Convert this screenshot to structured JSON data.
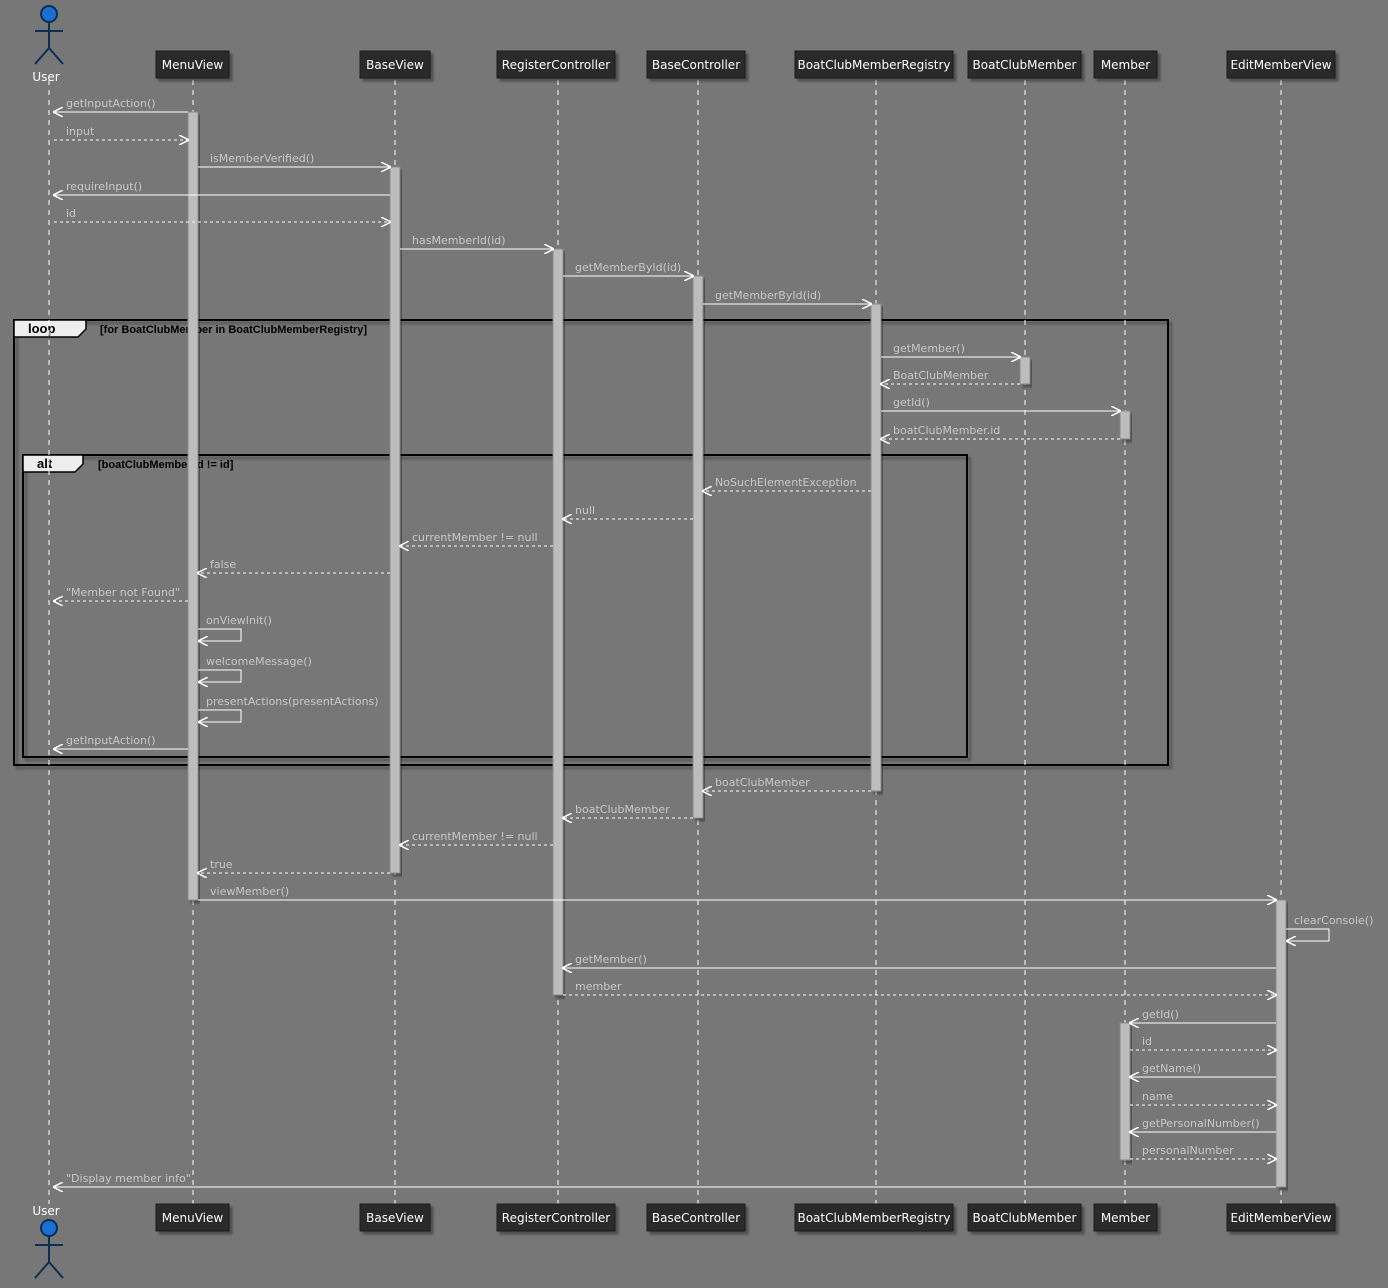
{
  "participants": [
    {
      "id": "User",
      "label": "User",
      "kind": "actor"
    },
    {
      "id": "MenuView",
      "label": "MenuView"
    },
    {
      "id": "BaseView",
      "label": "BaseView"
    },
    {
      "id": "RegisterController",
      "label": "RegisterController"
    },
    {
      "id": "BaseController",
      "label": "BaseController"
    },
    {
      "id": "BoatClubMemberRegistry",
      "label": "BoatClubMemberRegistry"
    },
    {
      "id": "BoatClubMember",
      "label": "BoatClubMember"
    },
    {
      "id": "Member",
      "label": "Member"
    },
    {
      "id": "EditMemberView",
      "label": "EditMemberView"
    }
  ],
  "messages": [
    {
      "from": "MenuView",
      "to": "User",
      "label": "getInputAction()",
      "type": "call"
    },
    {
      "from": "User",
      "to": "MenuView",
      "label": "input",
      "type": "return"
    },
    {
      "from": "MenuView",
      "to": "BaseView",
      "label": "isMemberVerified()",
      "type": "call"
    },
    {
      "from": "BaseView",
      "to": "User",
      "label": "requireInput()",
      "type": "call"
    },
    {
      "from": "User",
      "to": "BaseView",
      "label": "id",
      "type": "return"
    },
    {
      "from": "BaseView",
      "to": "RegisterController",
      "label": "hasMemberId(id)",
      "type": "call"
    },
    {
      "from": "RegisterController",
      "to": "BaseController",
      "label": "getMemberById(id)",
      "type": "call"
    },
    {
      "from": "BaseController",
      "to": "BoatClubMemberRegistry",
      "label": "getMemberById(id)",
      "type": "call"
    },
    {
      "from": "BoatClubMemberRegistry",
      "to": "BoatClubMember",
      "label": "getMember()",
      "type": "call"
    },
    {
      "from": "BoatClubMember",
      "to": "BoatClubMemberRegistry",
      "label": "BoatClubMember",
      "type": "return"
    },
    {
      "from": "BoatClubMemberRegistry",
      "to": "Member",
      "label": "getId()",
      "type": "call"
    },
    {
      "from": "Member",
      "to": "BoatClubMemberRegistry",
      "label": "boatClubMember.id",
      "type": "return"
    },
    {
      "from": "BoatClubMemberRegistry",
      "to": "BaseController",
      "label": "NoSuchElementException",
      "type": "return"
    },
    {
      "from": "BaseController",
      "to": "RegisterController",
      "label": "null",
      "type": "return"
    },
    {
      "from": "RegisterController",
      "to": "BaseView",
      "label": "currentMember != null",
      "type": "return"
    },
    {
      "from": "BaseView",
      "to": "MenuView",
      "label": "false",
      "type": "return"
    },
    {
      "from": "MenuView",
      "to": "User",
      "label": "\"Member not Found\"",
      "type": "return"
    },
    {
      "from": "MenuView",
      "to": "MenuView",
      "label": "onViewInit()",
      "type": "self"
    },
    {
      "from": "MenuView",
      "to": "MenuView",
      "label": "welcomeMessage()",
      "type": "self"
    },
    {
      "from": "MenuView",
      "to": "MenuView",
      "label": "presentActions(presentActions)",
      "type": "self"
    },
    {
      "from": "MenuView",
      "to": "User",
      "label": "getInputAction()",
      "type": "call"
    },
    {
      "from": "BoatClubMemberRegistry",
      "to": "BaseController",
      "label": "boatClubMember",
      "type": "return"
    },
    {
      "from": "BaseController",
      "to": "RegisterController",
      "label": "boatClubMember",
      "type": "return"
    },
    {
      "from": "RegisterController",
      "to": "BaseView",
      "label": "currentMember != null",
      "type": "return"
    },
    {
      "from": "BaseView",
      "to": "MenuView",
      "label": "true",
      "type": "return"
    },
    {
      "from": "MenuView",
      "to": "EditMemberView",
      "label": "viewMember()",
      "type": "call"
    },
    {
      "from": "EditMemberView",
      "to": "EditMemberView",
      "label": "clearConsole()",
      "type": "self"
    },
    {
      "from": "EditMemberView",
      "to": "RegisterController",
      "label": "getMember()",
      "type": "call"
    },
    {
      "from": "RegisterController",
      "to": "EditMemberView",
      "label": "member",
      "type": "return"
    },
    {
      "from": "EditMemberView",
      "to": "Member",
      "label": "getId()",
      "type": "call"
    },
    {
      "from": "Member",
      "to": "EditMemberView",
      "label": "id",
      "type": "return"
    },
    {
      "from": "EditMemberView",
      "to": "Member",
      "label": "getName()",
      "type": "call"
    },
    {
      "from": "Member",
      "to": "EditMemberView",
      "label": "name",
      "type": "return"
    },
    {
      "from": "EditMemberView",
      "to": "Member",
      "label": "getPersonalNumber()",
      "type": "call"
    },
    {
      "from": "Member",
      "to": "EditMemberView",
      "label": "personalNumber",
      "type": "return"
    },
    {
      "from": "EditMemberView",
      "to": "User",
      "label": "\"Display member info\"",
      "type": "call"
    }
  ],
  "fragments": [
    {
      "kind": "loop",
      "condition": "[for BoatClubMember in BoatClubMemberRegistry]"
    },
    {
      "kind": "alt",
      "condition": "[boatClubMember.id != id]"
    }
  ],
  "colors": {
    "background": "#777777",
    "participant_box": "#2b2b2b",
    "lifeline": "#ffffff",
    "activation": "#bdbdbd",
    "message_text": "#c8c8c8",
    "frame": "#000000",
    "actor_fill": "#1a6fd1"
  }
}
